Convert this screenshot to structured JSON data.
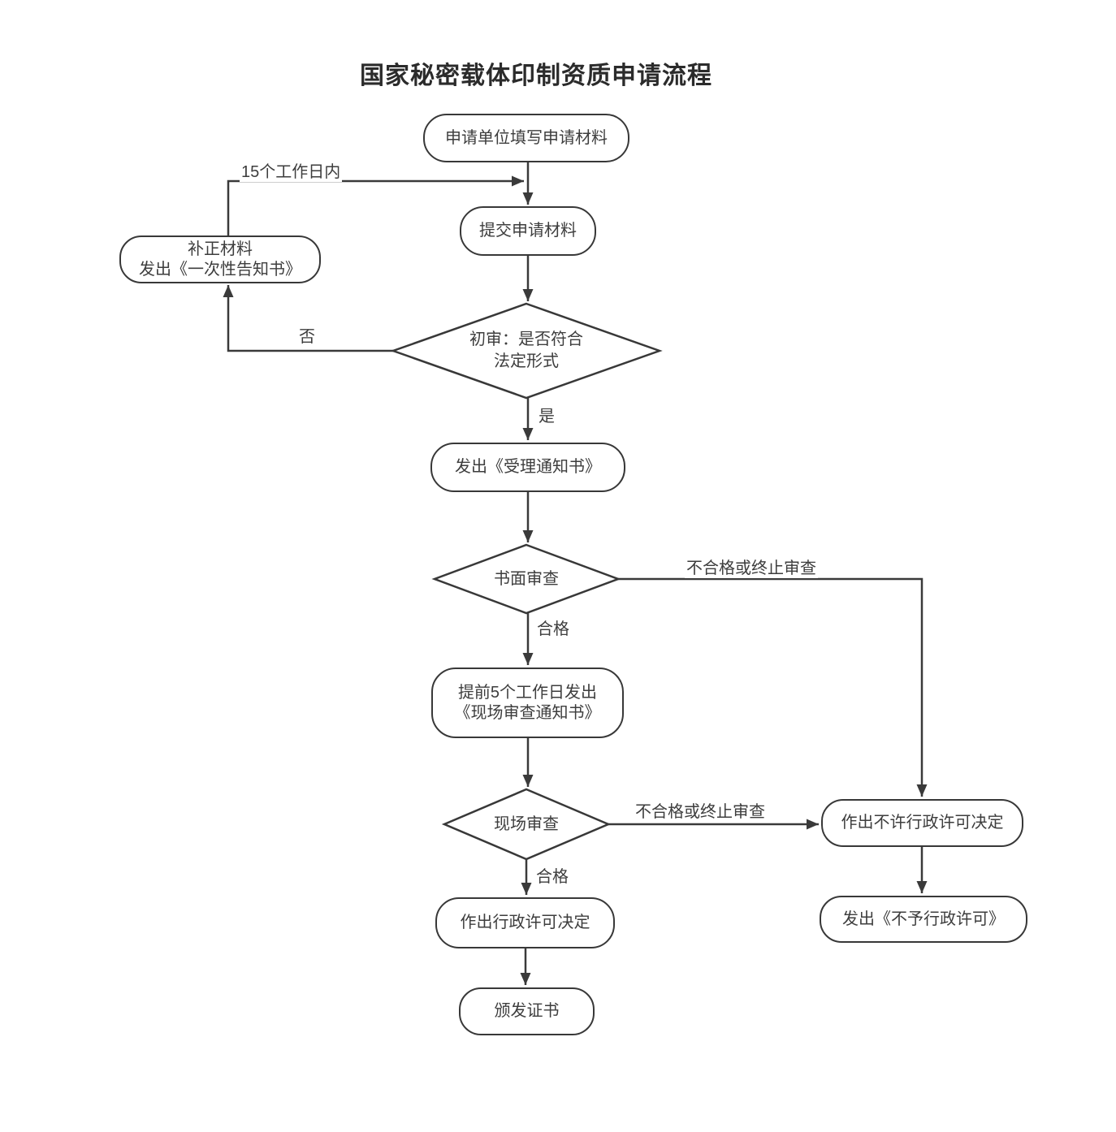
{
  "title": "国家秘密载体印制资质申请流程",
  "nodes": {
    "fill": {
      "label": "申请单位填写申请材料"
    },
    "submit": {
      "label": "提交申请材料"
    },
    "supplement": {
      "line1": "补正材料",
      "line2": "发出《一次性告知书》"
    },
    "initial_review": {
      "line1": "初审：是否符合",
      "line2": "法定形式"
    },
    "acceptance": {
      "label": "发出《受理通知书》"
    },
    "written_review": {
      "label": "书面审查"
    },
    "site_notice": {
      "line1": "提前5个工作日发出",
      "line2": "《现场审查通知书》"
    },
    "site_review": {
      "label": "现场审查"
    },
    "deny_decision": {
      "label": "作出不许行政许可决定"
    },
    "deny_notice": {
      "label": "发出《不予行政许可》"
    },
    "approve_decision": {
      "label": "作出行政许可决定"
    },
    "certificate": {
      "label": "颁发证书"
    }
  },
  "edge_labels": {
    "within_15_days": "15个工作日内",
    "no": "否",
    "yes": "是",
    "written_pass": "合格",
    "written_fail": "不合格或终止审查",
    "site_pass": "合格",
    "site_fail": "不合格或终止审查"
  },
  "colors": {
    "stroke": "#3a3a3a",
    "node_text": "#3d3d3d",
    "title_text": "#2b2b2b",
    "background": "#ffffff"
  }
}
